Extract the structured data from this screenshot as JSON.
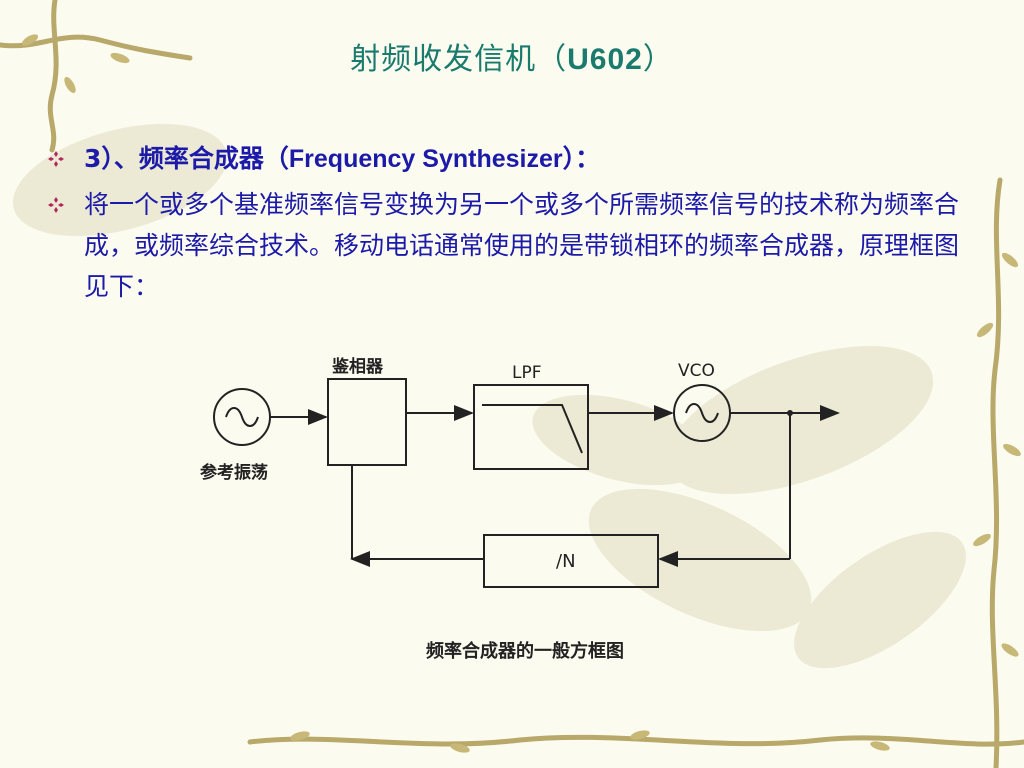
{
  "title": {
    "prefix": "射频收发信机（",
    "code": "U602",
    "suffix": "）"
  },
  "bullets": [
    {
      "prefix": "3）、频率合成器（",
      "term": "Frequency Synthesizer",
      "suffix": "）："
    },
    {
      "text": "将一个或多个基准频率信号变换为另一个或多个所需频率信号的技术称为频率合成，或频率综合技术。移动电话通常使用的是带锁相环的频率合成器，原理框图见下："
    }
  ],
  "diagram": {
    "ref_osc_label": "参考振荡",
    "phase_detector_label": "鉴相器",
    "lpf_label": "LPF",
    "vco_label": "VCO",
    "divider_label": "/N",
    "caption": "频率合成器的一般方框图"
  },
  "colors": {
    "title": "#1a7a6e",
    "bullet_text": "#1c1aa8",
    "bullet_marker": "#b0285c",
    "diagram_line": "#222222"
  },
  "icons": {
    "bullet_marker": "four-diamond-icon",
    "oscillator": "sine-wave-icon"
  }
}
